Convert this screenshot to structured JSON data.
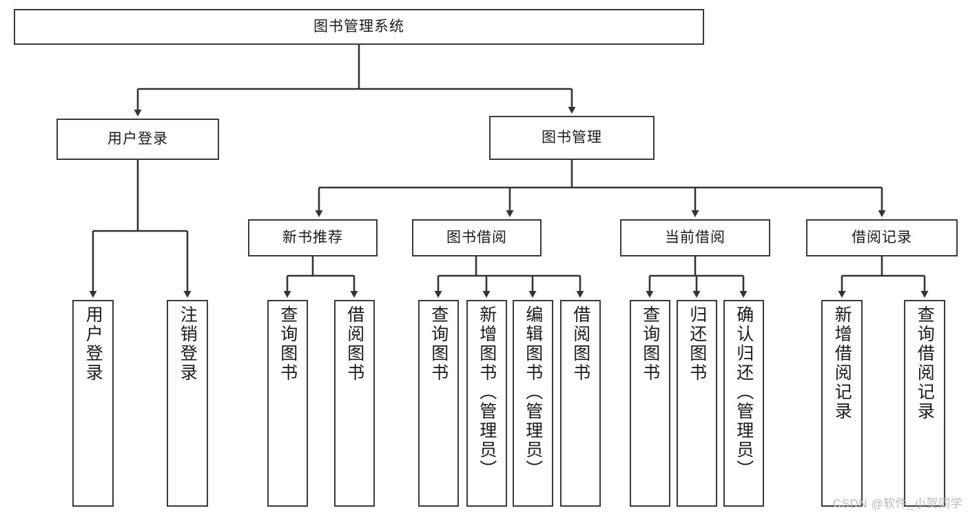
{
  "diagram": {
    "title": "图书管理系统",
    "type": "tree-hierarchy-chart",
    "watermark": "CSDN @软件_小贺同学",
    "colors": {
      "background": "#ffffff",
      "box_border": "#3a3a3a",
      "box_fill": "#ffffff",
      "connector": "#333333",
      "text": "#1a1a1a",
      "watermark": "#b9b9b9"
    }
  },
  "nodes": {
    "root": {
      "label": "图书管理系统"
    },
    "level1": [
      {
        "id": "user-login",
        "label": "用户登录"
      },
      {
        "id": "book-manage",
        "label": "图书管理"
      }
    ],
    "level2": [
      {
        "id": "new-book-rec",
        "label": "新书推荐"
      },
      {
        "id": "book-borrow",
        "label": "图书借阅"
      },
      {
        "id": "current-borrow",
        "label": "当前借阅"
      },
      {
        "id": "borrow-record",
        "label": "借阅记录"
      }
    ],
    "leaves": {
      "user-login": [
        {
          "id": "leaf-user-login",
          "label": "用户登录"
        },
        {
          "id": "leaf-user-logout",
          "label": "注销登录"
        }
      ],
      "new-book-rec": [
        {
          "id": "leaf-query-book-1",
          "label": "查询图书"
        },
        {
          "id": "leaf-borrow-book-1",
          "label": "借阅图书"
        }
      ],
      "book-borrow": [
        {
          "id": "leaf-query-book-2",
          "label": "查询图书"
        },
        {
          "id": "leaf-add-book",
          "label": "新增图书（管理员）"
        },
        {
          "id": "leaf-edit-book",
          "label": "编辑图书（管理员）"
        },
        {
          "id": "leaf-borrow-book-2",
          "label": "借阅图书"
        }
      ],
      "current-borrow": [
        {
          "id": "leaf-query-book-3",
          "label": "查询图书"
        },
        {
          "id": "leaf-return-book",
          "label": "归还图书"
        },
        {
          "id": "leaf-confirm-return",
          "label": "确认归还（管理员）"
        }
      ],
      "borrow-record": [
        {
          "id": "leaf-add-record",
          "label": "新增借阅记录"
        },
        {
          "id": "leaf-query-record",
          "label": "查询借阅记录"
        }
      ]
    }
  },
  "chart_data": {
    "type": "table",
    "title": "图书管理系统 功能结构图",
    "hierarchy": [
      {
        "level": 0,
        "label": "图书管理系统",
        "children": [
          {
            "level": 1,
            "label": "用户登录",
            "children": [
              {
                "level": 2,
                "label": "用户登录"
              },
              {
                "level": 2,
                "label": "注销登录"
              }
            ]
          },
          {
            "level": 1,
            "label": "图书管理",
            "children": [
              {
                "level": 2,
                "label": "新书推荐",
                "children": [
                  {
                    "level": 3,
                    "label": "查询图书"
                  },
                  {
                    "level": 3,
                    "label": "借阅图书"
                  }
                ]
              },
              {
                "level": 2,
                "label": "图书借阅",
                "children": [
                  {
                    "level": 3,
                    "label": "查询图书"
                  },
                  {
                    "level": 3,
                    "label": "新增图书（管理员）"
                  },
                  {
                    "level": 3,
                    "label": "编辑图书（管理员）"
                  },
                  {
                    "level": 3,
                    "label": "借阅图书"
                  }
                ]
              },
              {
                "level": 2,
                "label": "当前借阅",
                "children": [
                  {
                    "level": 3,
                    "label": "查询图书"
                  },
                  {
                    "level": 3,
                    "label": "归还图书"
                  },
                  {
                    "level": 3,
                    "label": "确认归还（管理员）"
                  }
                ]
              },
              {
                "level": 2,
                "label": "借阅记录",
                "children": [
                  {
                    "level": 3,
                    "label": "新增借阅记录"
                  },
                  {
                    "level": 3,
                    "label": "查询借阅记录"
                  }
                ]
              }
            ]
          }
        ]
      }
    ]
  }
}
